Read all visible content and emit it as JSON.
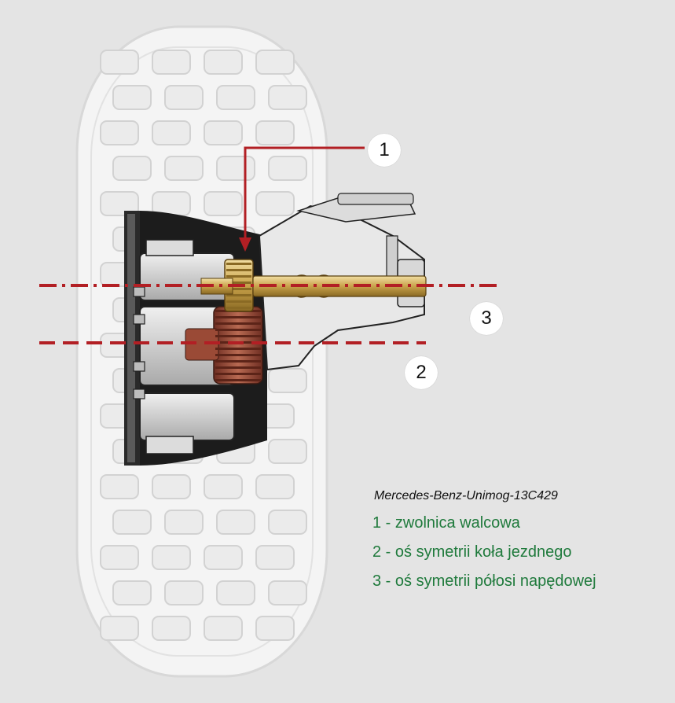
{
  "model_name": "Mercedes-Benz-Unimog-13C429",
  "markers": [
    "1",
    "2",
    "3"
  ],
  "legend": [
    "1 - zwolnica walcowa",
    "2 - oś symetrii koła jezdnego",
    "3 - oś symetrii półosi napędowej"
  ],
  "colors": {
    "background": "#e4e4e4",
    "axis_lines": "#b21f24",
    "legend_text": "#1f7a3c",
    "tyre": "#f4f4f4",
    "gears": "#a0503a",
    "shaft": "#c9a24a"
  }
}
